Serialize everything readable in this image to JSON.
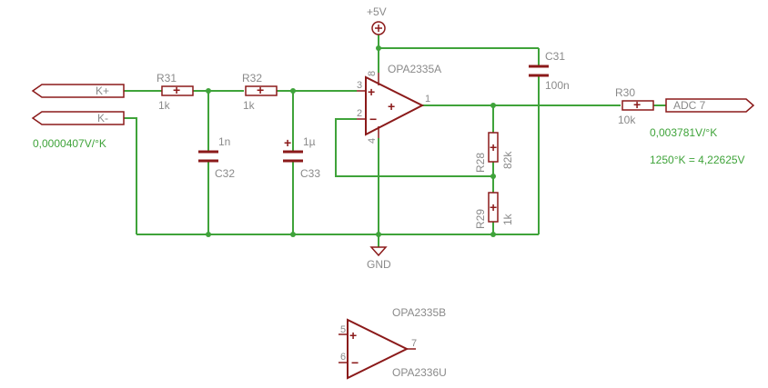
{
  "components": {
    "supply": "+5V",
    "ground": "GND",
    "opamp_a": "OPA2335A",
    "opamp_b": "OPA2335B",
    "opamp_u": "OPA2336U",
    "r31": {
      "name": "R31",
      "value": "1k"
    },
    "r32": {
      "name": "R32",
      "value": "1k"
    },
    "r30": {
      "name": "R30",
      "value": "10k"
    },
    "r28": {
      "name": "R28",
      "value": "82k"
    },
    "r29": {
      "name": "R29",
      "value": "1k"
    },
    "c31": {
      "name": "C31",
      "value": "100n"
    },
    "c32": {
      "name": "C32",
      "value": "1n"
    },
    "c33": {
      "name": "C33",
      "value": "1µ"
    }
  },
  "ports": {
    "k_plus": "K+",
    "k_minus": "K-",
    "adc": "ADC 7"
  },
  "pins": {
    "a_noninv": "3",
    "a_inv": "2",
    "a_out": "1",
    "a_vcc": "8",
    "a_gnd": "4",
    "b_noninv": "5",
    "b_inv": "6",
    "b_out": "7"
  },
  "annotations": {
    "input_gain": "0,0000407V/°K",
    "output_gain": "0,003781V/°K",
    "max_value": "1250°K = 4,22625V"
  },
  "colors": {
    "wire": "#3fa33a",
    "symbol": "#8b1a1a",
    "label": "#8a8a8a"
  }
}
